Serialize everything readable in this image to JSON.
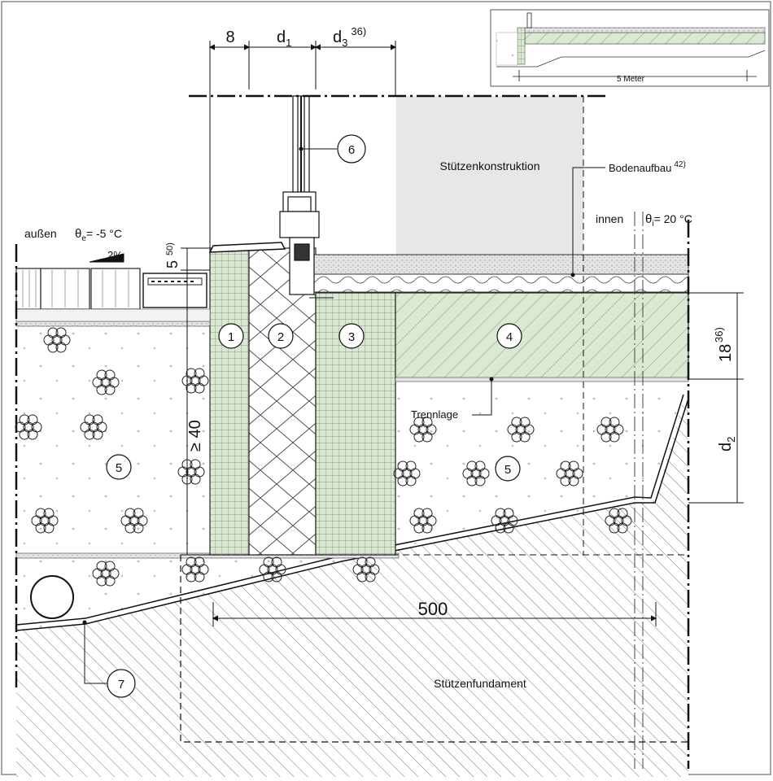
{
  "dims": {
    "d8": "8",
    "d1": "d",
    "d1_sub": "1",
    "d3": "d",
    "d3_sub": "3",
    "d3_note": "36)",
    "step": "5",
    "step_note": "50)",
    "min_depth": "≥ 40",
    "slab": "18",
    "slab_note": "36)",
    "d2": "d",
    "d2_sub": "2",
    "width500": "500"
  },
  "labels": {
    "outside": "außen",
    "theta_e": "θ",
    "theta_e_sub": "e",
    "temp_out": "=   -5 °C",
    "inside": "innen",
    "theta_i": "θ",
    "theta_i_sub": "i",
    "temp_in": "=  20 °C",
    "slope": "2%",
    "columns": "Stützenkonstruktion",
    "floor": "Bodenaufbau",
    "floor_note": "42)",
    "separation": "Trennlage",
    "foundation": "Stützenfundament",
    "inset_scale": "5 Meter"
  },
  "markers": [
    "1",
    "2",
    "3",
    "4",
    "5",
    "5",
    "6",
    "7"
  ],
  "colors": {
    "green": "#dbe9d2",
    "gray_block": "#e7e7e7",
    "hatch": "#8a8a8a",
    "line": "#111111"
  }
}
